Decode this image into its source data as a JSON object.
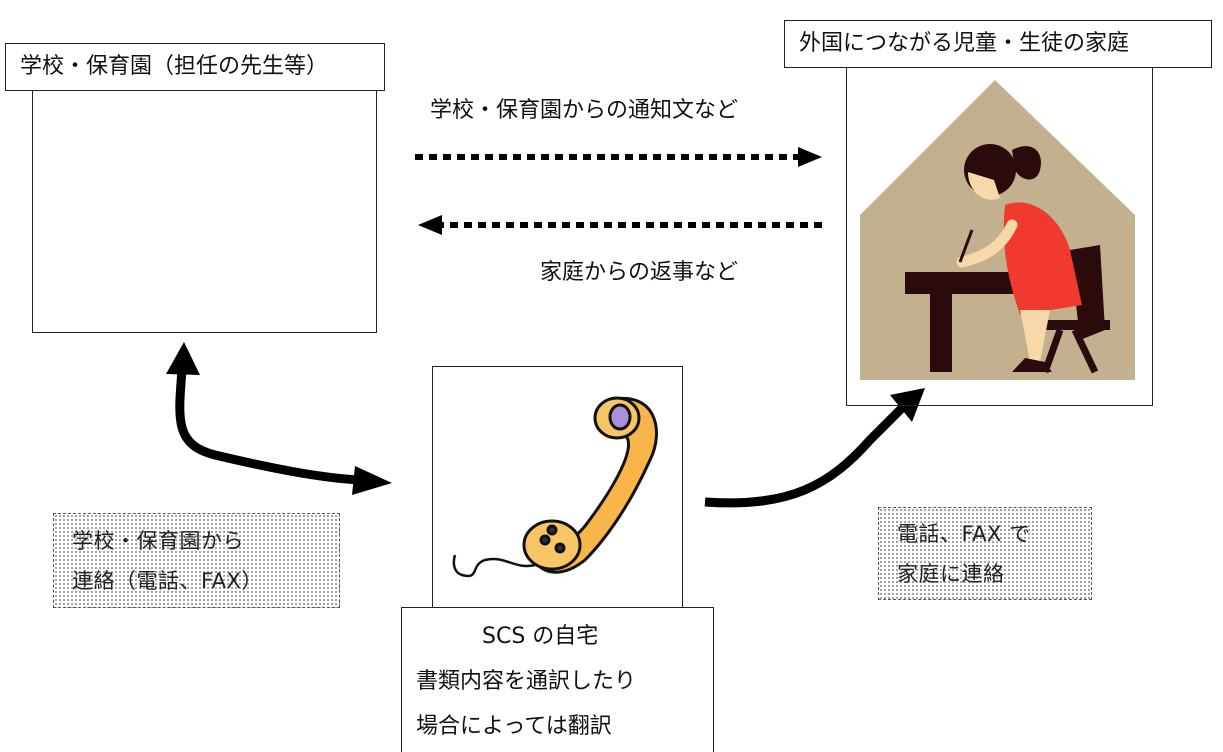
{
  "school": {
    "label": "学校・保育園（担任の先生等）"
  },
  "home": {
    "label": "外国につながる児童・生徒の家庭"
  },
  "arrows": {
    "to_home": "学校・保育園からの通知文など",
    "to_school": "家庭からの返事など"
  },
  "contact_left": {
    "line1": "学校・保育園から",
    "line2": "連絡（電話、FAX）"
  },
  "contact_right": {
    "line1": "電話、FAX で",
    "line2": "家庭に連絡"
  },
  "scs": {
    "title": "SCS の自宅",
    "line1": "書類内容を通訳したり",
    "line2": "場合によっては翻訳"
  },
  "icons": [
    "school-building-icon",
    "student-writing-icon",
    "telephone-handset-icon"
  ]
}
